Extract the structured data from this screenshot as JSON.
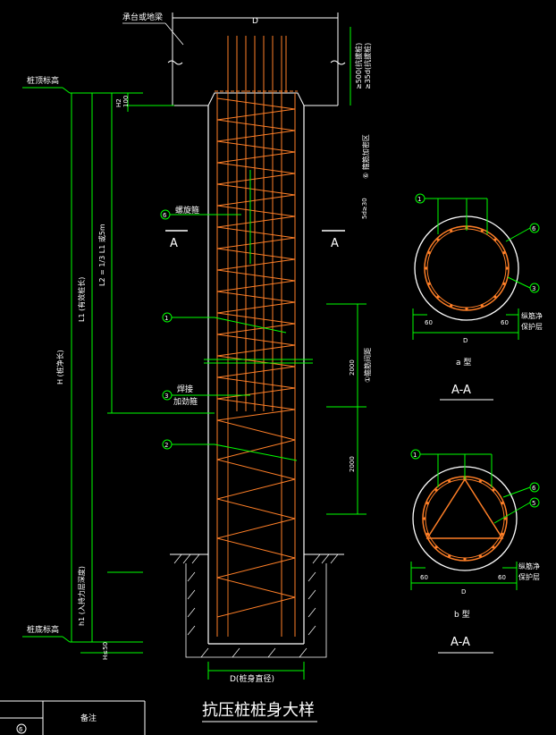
{
  "main_view": {
    "cap_label": "承台或地梁",
    "pile_top_label": "桩顶标高",
    "pile_bottom_label": "桩底标高",
    "top_width_label": "D",
    "cap_dim_a": "≥500(抗拔桩)",
    "cap_dim_b": "≥35d(抗拔桩)",
    "top_small_dim": "H2",
    "top_small_dim_b": "100",
    "right_label_6": "⑥ 箍筋加密区",
    "right_small": "5d≥30",
    "spiral_label": "螺旋箍",
    "marker_6": "6",
    "marker_1": "1",
    "marker_3": "3",
    "marker_2": "2",
    "weld_label_a": "焊接",
    "weld_label_b": "加劲箍",
    "section_left": "A",
    "section_right": "A",
    "H_label": "H (桩净长)",
    "L1_label": "L1 (有效桩长)",
    "L2_label": "L2 = 1/3 L1 或5m",
    "h1_label": "h1 (入持力层深度)",
    "bottom_small": "H≤50",
    "dim_2000_a": "2000",
    "dim_2000_b": "2000",
    "stirrup_spacing": "①箍筋间距",
    "bottom_dim": "D(桩身直径)",
    "title": "抗压桩桩身大样"
  },
  "section_a": {
    "marker_1": "1",
    "marker_6": "6",
    "marker_3": "3",
    "dim_60": "60",
    "dim_d": "D",
    "cover_a": "纵筋净",
    "cover_b": "保护层",
    "type_label": "a 型",
    "section_label": "A-A"
  },
  "section_b": {
    "marker_1": "1",
    "marker_6": "6",
    "marker_5": "5",
    "dim_60": "60",
    "dim_d": "D",
    "cover_a": "纵筋净",
    "cover_b": "保护层",
    "type_label": "b 型",
    "section_label": "A-A"
  },
  "table": {
    "cell_marker": "6",
    "cell_note": "备注"
  },
  "colors": {
    "rebar": "#ff7f27",
    "line_green": "#00ff00",
    "line_white": "#ffffff",
    "background": "#000000"
  }
}
